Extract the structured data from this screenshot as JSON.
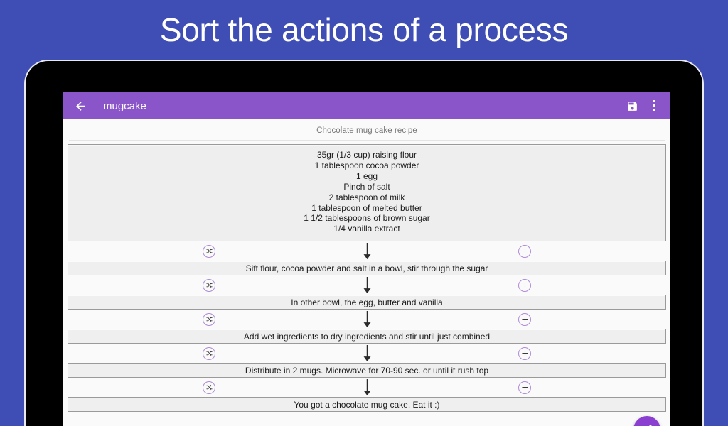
{
  "headline": "Sort the actions of a process",
  "colors": {
    "background": "#3f4eb4",
    "toolbar": "#8a55c8",
    "fab": "#8a3fd0",
    "circle_outline": "#b08ad8",
    "step_fill": "#efefef",
    "step_border": "#9a9a9a"
  },
  "toolbar": {
    "back_icon": "back-arrow-icon",
    "title": "mugcake",
    "save_icon": "save-floppy-icon",
    "overflow_icon": "overflow-menu-icon"
  },
  "content": {
    "recipe_title": "Chocolate mug cake recipe",
    "ingredients": [
      "35gr (1/3 cup) raising flour",
      "1 tablespoon cocoa powder",
      "1 egg",
      "Pinch of salt",
      "2 tablespoon of milk",
      "1 tablespoon of melted butter",
      "1 1/2 tablespoons of brown sugar",
      "1/4 vanilla extract"
    ],
    "steps": [
      "Sift flour, cocoa powder and salt in a bowl, stir through the sugar",
      "In other bowl, the egg, butter and vanilla",
      "Add wet ingredients to dry ingredients and stir until just combined",
      "Distribute in 2 mugs. Microwave for 70-90 sec. or until it rush top",
      "You got a chocolate mug cake. Eat it :)"
    ],
    "connector_icons": {
      "shuffle": "shuffle-icon",
      "arrow": "arrow-down-icon",
      "add": "plus-icon"
    }
  },
  "fab": {
    "icon": "edit-pencil-icon"
  }
}
